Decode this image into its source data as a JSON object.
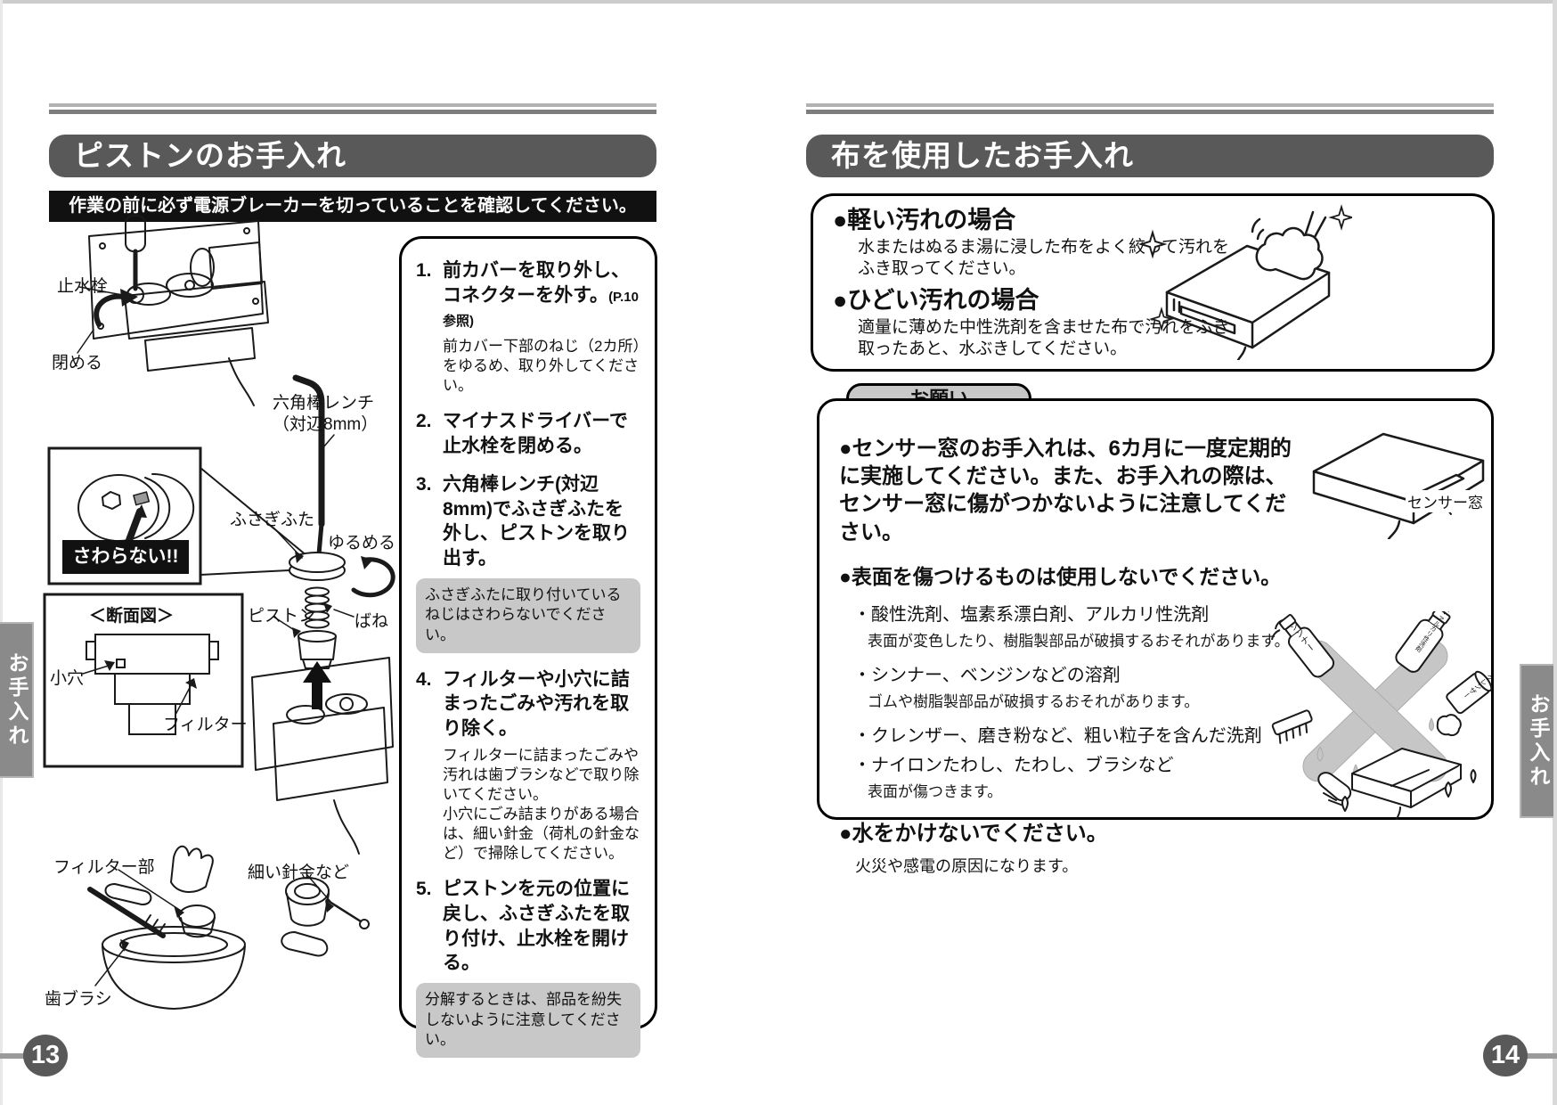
{
  "colors": {
    "banner_bg": "#595959",
    "warning_bg": "#111111",
    "note_bg": "#c8c8c8",
    "pill_bg": "#c8c8c8",
    "tab_bg": "#8a8a8a",
    "page_circle_bg": "#595959",
    "x_mark": "#c6c6c6"
  },
  "left_page": {
    "page_number": "13",
    "side_tab": "お手入れ",
    "header": "ピストンのお手入れ",
    "warning": "作業の前に必ず電源ブレーカーを切っていることを確認してください。",
    "labels": {
      "shutoff": "止水栓",
      "close": "閉める",
      "hex_wrench_l1": "六角棒レンチ",
      "hex_wrench_l2": "（対辺8mm）",
      "cap": "ふさぎふた",
      "loosen": "ゆるめる",
      "dont_touch": "さわらない!!",
      "cross_section": "＜断面図＞",
      "small_hole": "小穴",
      "filter": "フィルター",
      "piston": "ピストン",
      "spring": "ばね",
      "filter_part": "フィルター部",
      "thin_wire": "細い針金など",
      "toothbrush": "歯ブラシ"
    },
    "steps": [
      {
        "num": "1.",
        "title": "前カバーを取り外し、コネクターを外す。",
        "suffix": "(P.10参照)",
        "note": "前カバー下部のねじ（2カ所）をゆるめ、取り外してください。"
      },
      {
        "num": "2.",
        "title": "マイナスドライバーで止水栓を閉める。"
      },
      {
        "num": "3.",
        "title": "六角棒レンチ(対辺8mm)でふさぎふたを外し、ピストンを取り出す。"
      },
      {
        "num": "4.",
        "title": "フィルターや小穴に詰まったごみや汚れを取り除く。",
        "note": "フィルターに詰まったごみや汚れは歯ブラシなどで取り除いてください。\n小穴にごみ詰まりがある場合は、細い針金（荷札の針金など）で掃除してください。"
      },
      {
        "num": "5.",
        "title": "ピストンを元の位置に戻し、ふさぎふたを取り付け、止水栓を開ける。"
      }
    ],
    "note_after_3": "ふさぎふたに取り付いているねじはさわらないでください。",
    "note_after_5": "分解するときは、部品を紛失しないように注意してください。"
  },
  "right_page": {
    "page_number": "14",
    "side_tab": "お手入れ",
    "header": "布を使用したお手入れ",
    "cloth": {
      "light_title": "●軽い汚れの場合",
      "light_body": "水またはぬるま湯に浸した布をよく絞って汚れをふき取ってください。",
      "heavy_title": "●ひどい汚れの場合",
      "heavy_body": "適量に薄めた中性洗剤を含ませた布で汚れをふき取ったあと、水ぶきしてください。"
    },
    "request": {
      "label": "お願い",
      "sensor_note": "●センサー窓のお手入れは、6カ月に一度定期的に実施してください。また、お手入れの際は、センサー窓に傷がつかないように注意してください。",
      "sensor_window": "センサー窓",
      "surface_title": "●表面を傷つけるものは使用しないでください。",
      "surface_items": [
        {
          "name": "・酸性洗剤、塩素系漂白剤、アルカリ性洗剤",
          "desc": "表面が変色したり、樹脂製部品が破損するおそれがあります。"
        },
        {
          "name": "・シンナー、ベンジンなどの溶剤",
          "desc": "ゴムや樹脂製部品が破損するおそれがあります。"
        },
        {
          "name": "・クレンザー、磨き粉など、粗い粒子を含んだ洗剤",
          "desc": ""
        },
        {
          "name": "・ナイロンたわし、たわし、ブラシなど",
          "desc": "表面が傷つきます。"
        }
      ],
      "water_title": "●水をかけないでください。",
      "water_desc": "火災や感電の原因になります。",
      "x_labels": {
        "thinner": "シンナー",
        "acid": "酸・アルカリ性洗剤",
        "cleanser": "クレンザー"
      }
    }
  }
}
